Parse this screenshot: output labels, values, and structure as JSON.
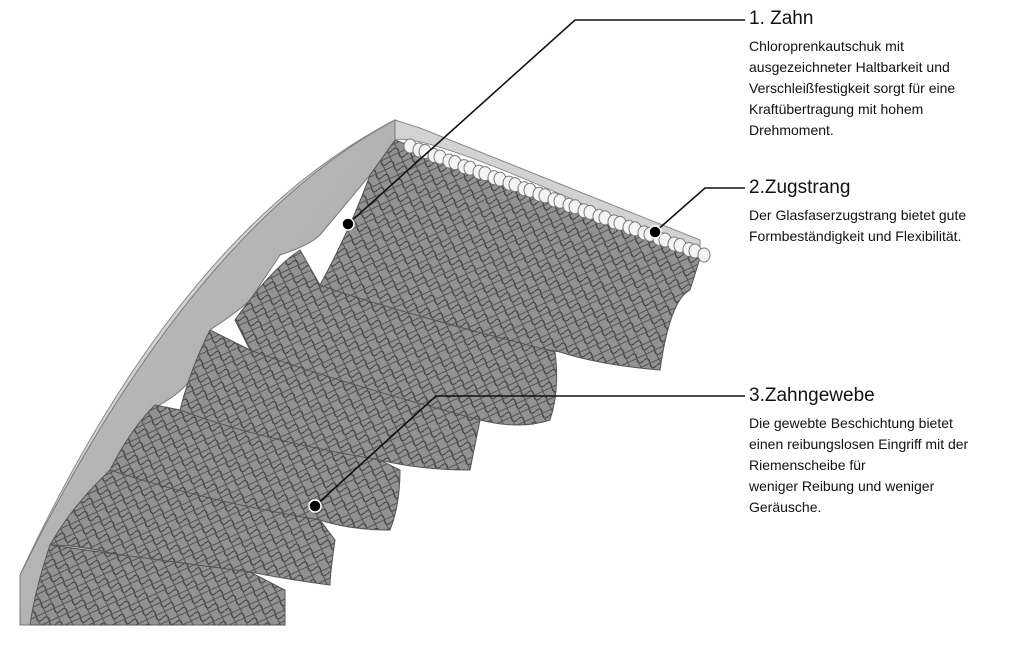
{
  "callouts": [
    {
      "title": "1. Zahn",
      "lines": [
        "Chloroprenkautschuk mit",
        "ausgezeichneter Haltbarkeit und",
        "Verschleißfestigkeit sorgt für eine",
        "Kraftübertragung mit hohem",
        "Drehmoment."
      ]
    },
    {
      "title": "2.Zugstrang",
      "lines": [
        "Der Glasfaserzugstrang bietet gute",
        "Formbeständigkeit und Flexibilität."
      ]
    },
    {
      "title": "3.Zahngewebe",
      "lines": [
        "Die gewebte Beschichtung bietet",
        "einen reibungslosen  Eingriff mit der",
        "Riemenscheibe für",
        "weniger Reibung und weniger",
        "Geräusche."
      ]
    }
  ],
  "colors": {
    "belt_body": "#b3b3b3",
    "belt_side": "#9c9c9c",
    "belt_top": "#e8e8e8",
    "fabric": "#8d8d8d",
    "fabric_lines": "#3d3d3d",
    "leader": "#111111"
  }
}
